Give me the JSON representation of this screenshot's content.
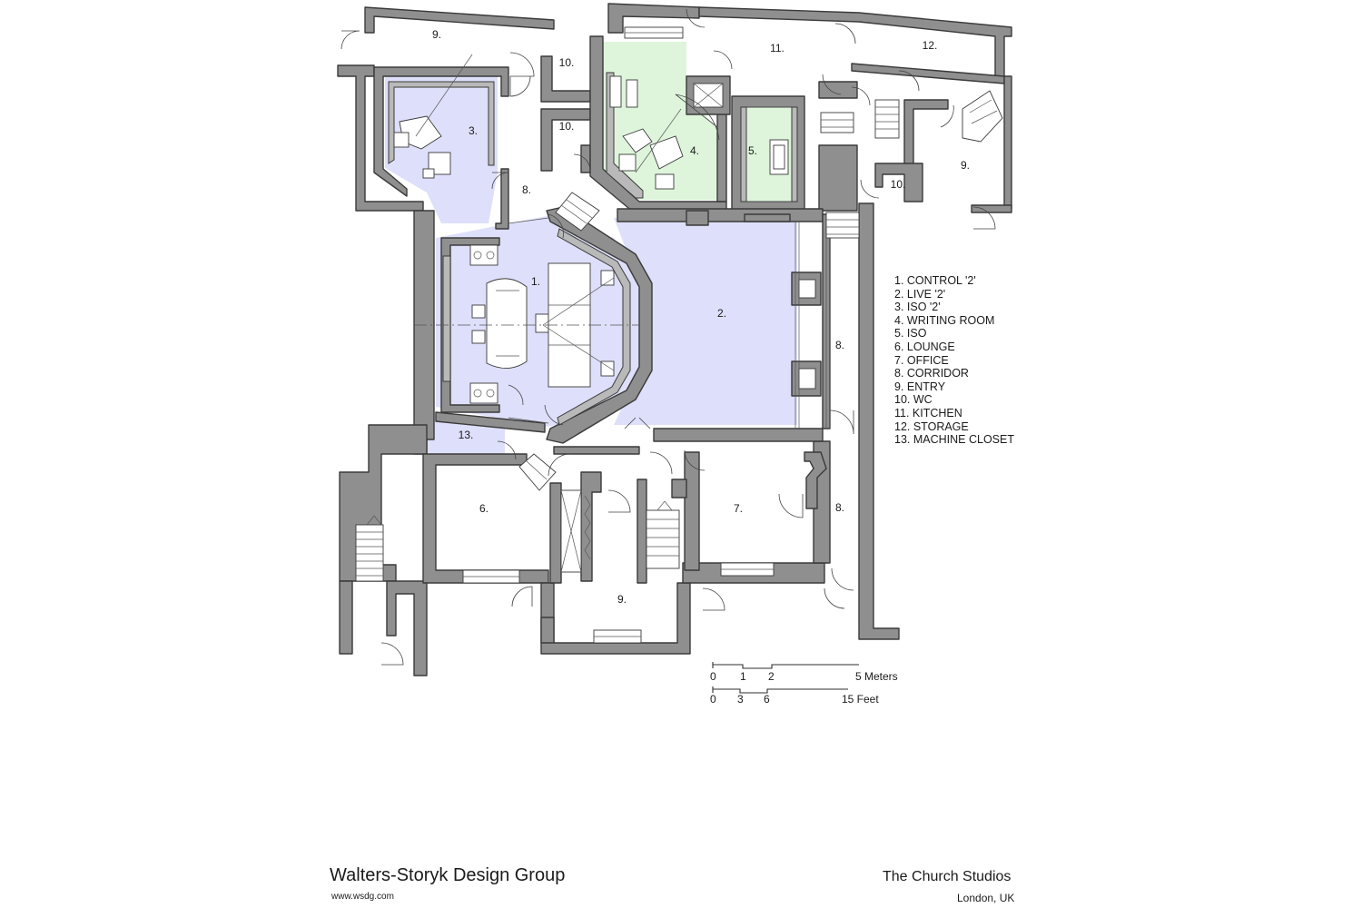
{
  "rooms": [
    {
      "label": "9."
    },
    {
      "label": "10."
    },
    {
      "label": "11."
    },
    {
      "label": "12."
    },
    {
      "label": "3."
    },
    {
      "label": "10."
    },
    {
      "label": "4."
    },
    {
      "label": "5."
    },
    {
      "label": "9."
    },
    {
      "label": "10."
    },
    {
      "label": "8."
    },
    {
      "label": "1."
    },
    {
      "label": "2."
    },
    {
      "label": "8."
    },
    {
      "label": "13."
    },
    {
      "label": "6."
    },
    {
      "label": "7."
    },
    {
      "label": "8."
    },
    {
      "label": "9."
    }
  ],
  "legend": [
    "1.  CONTROL '2'",
    "2.  LIVE '2'",
    "3.  ISO '2'",
    "4.  WRITING ROOM",
    "5.  ISO",
    "6.  LOUNGE",
    "7.  OFFICE",
    "8.  CORRIDOR",
    "9.  ENTRY",
    "10. WC",
    "11. KITCHEN",
    "12. STORAGE",
    "13. MACHINE CLOSET"
  ],
  "scale": {
    "meters": {
      "ticks": [
        "0",
        "1",
        "2"
      ],
      "end": "5 Meters"
    },
    "feet": {
      "ticks": [
        "0",
        "3",
        "6"
      ],
      "end": "15 Feet"
    }
  },
  "title_block": {
    "firm": "Walters-Storyk Design Group",
    "url": "www.wsdg.com",
    "project": "The Church Studios",
    "location": "London, UK"
  },
  "colors": {
    "studio_fill": "#dedffa",
    "writing_room_fill": "#def5dc",
    "wall_fill": "#8f8f8f"
  }
}
